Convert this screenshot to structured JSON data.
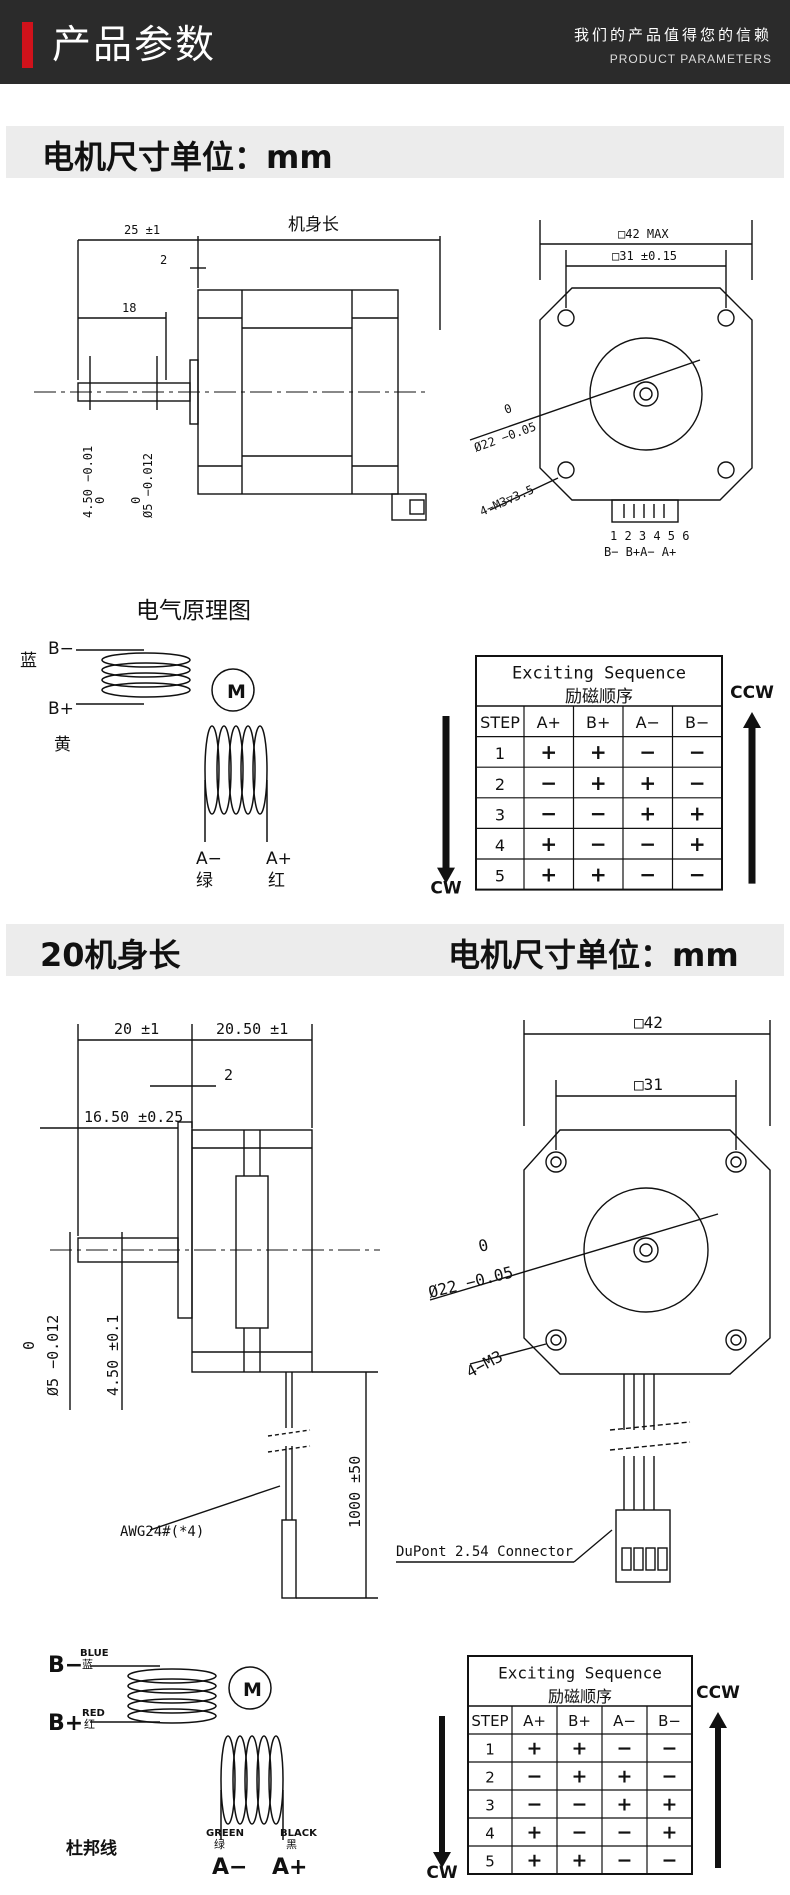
{
  "header": {
    "title": "产品参数",
    "subtitle_cn": "我们的产品值得您的信赖",
    "subtitle_en": "PRODUCT PARAMETERS"
  },
  "section1": {
    "band_title": "电机尺寸单位：mm",
    "dims": {
      "body_length": "机身长",
      "d25": "25 ±1",
      "d2": "2",
      "d18": "18",
      "d42max": "□42 MAX",
      "d31": "□31 ±0.15",
      "d22_a": "0",
      "d22_b": "Ø22 −0.05",
      "m3": "4−M3▽3.5",
      "d450_a": "0",
      "d450_b": "4.50 −0.01",
      "d5_a": "0",
      "d5_b": "Ø5 −0.012",
      "pins": "1 2 3 4 5 6",
      "pin_labels": "B−  B+A−  A+"
    },
    "schematic_title": "电气原理图",
    "coil": {
      "b_minus": "B−",
      "blue": "蓝",
      "b_plus": "B+",
      "yellow": "黄",
      "motor": "M",
      "a_minus": "A−",
      "green": "绿",
      "a_plus": "A+",
      "red": "红"
    },
    "sequence": {
      "title_en": "Exciting Sequence",
      "title_cn": "励磁顺序",
      "headers": [
        "STEP",
        "A+",
        "B+",
        "A−",
        "B−"
      ],
      "rows": [
        [
          "1",
          "+",
          "+",
          "−",
          "−"
        ],
        [
          "2",
          "−",
          "+",
          "+",
          "−"
        ],
        [
          "3",
          "−",
          "−",
          "+",
          "+"
        ],
        [
          "4",
          "+",
          "−",
          "−",
          "+"
        ],
        [
          "5",
          "+",
          "+",
          "−",
          "−"
        ]
      ],
      "ccw": "CCW",
      "cw": "CW"
    }
  },
  "section2": {
    "band_left": "20机身长",
    "band_right": "电机尺寸单位：mm",
    "dims": {
      "d20": "20 ±1",
      "d2050": "20.50 ±1",
      "d2": "2",
      "d1650": "16.50 ±0.25",
      "d5_a": "0",
      "d5_b": "Ø5 −0.012",
      "d450": "4.50 ±0.1",
      "awg": "AWG24#(*4)",
      "d1000": "1000 ±50",
      "d42": "□42",
      "d31": "□31",
      "d22_a": "0",
      "d22_b": "Ø22 −0.05",
      "m3": "4−M3",
      "dupont": "DuPont 2.54 Connector"
    },
    "coil": {
      "b_minus": "B−",
      "blue_en": "BLUE",
      "blue": "蓝",
      "b_plus": "B+",
      "red_en": "RED",
      "red": "红",
      "motor": "M",
      "green_en": "GREEN",
      "green": "绿",
      "a_minus": "A−",
      "black_en": "BLACK",
      "black": "黑",
      "a_plus": "A+",
      "dupont_wire": "杜邦线"
    },
    "sequence": {
      "title_en": "Exciting Sequence",
      "title_cn": "励磁顺序",
      "headers": [
        "STEP",
        "A+",
        "B+",
        "A−",
        "B−"
      ],
      "rows": [
        [
          "1",
          "+",
          "+",
          "−",
          "−"
        ],
        [
          "2",
          "−",
          "+",
          "+",
          "−"
        ],
        [
          "3",
          "−",
          "−",
          "+",
          "+"
        ],
        [
          "4",
          "+",
          "−",
          "−",
          "+"
        ],
        [
          "5",
          "+",
          "+",
          "−",
          "−"
        ]
      ],
      "ccw": "CCW",
      "cw": "CW"
    }
  }
}
